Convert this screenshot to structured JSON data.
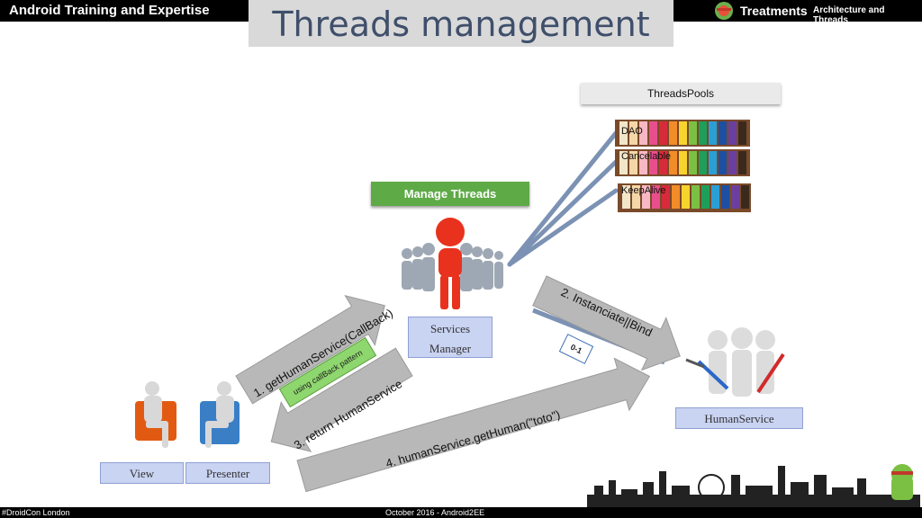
{
  "header": {
    "left_title": "Android Training and Expertise",
    "slide_title": "Threads management",
    "brand_name": "Treatments",
    "brand_subtitle": "Architecture and Threads"
  },
  "footer": {
    "left": "#DroidCon London",
    "center": "October 2016 - Android2EE"
  },
  "thread_pools": {
    "title": "ThreadsPools",
    "pools": [
      "DAO",
      "Cancelable",
      "KeepAlive"
    ]
  },
  "services_manager": {
    "badge": "Manage Threads",
    "line1": "Services",
    "line2": "Manager"
  },
  "view_label": "View",
  "presenter_label": "Presenter",
  "human_service_label": "HumanService",
  "arrows": {
    "step1": "1. getHumanService(CallBack)",
    "step2": "2. Instanciate||Bind",
    "step3": "3. return HumanService",
    "step4": "4. humanService.getHuman(\"toto\")"
  },
  "callback_note": "using callBack pattern",
  "multiplicity": "0-1",
  "colors": {
    "bar": "#000000",
    "title_box": "#d9d9d9",
    "label_box": "#c9d3f2",
    "manage_threads": "#5eaa47",
    "figure_red": "#e8321e",
    "arrow_gray": "#b8b8b8",
    "line_blue": "#7c92b4"
  }
}
